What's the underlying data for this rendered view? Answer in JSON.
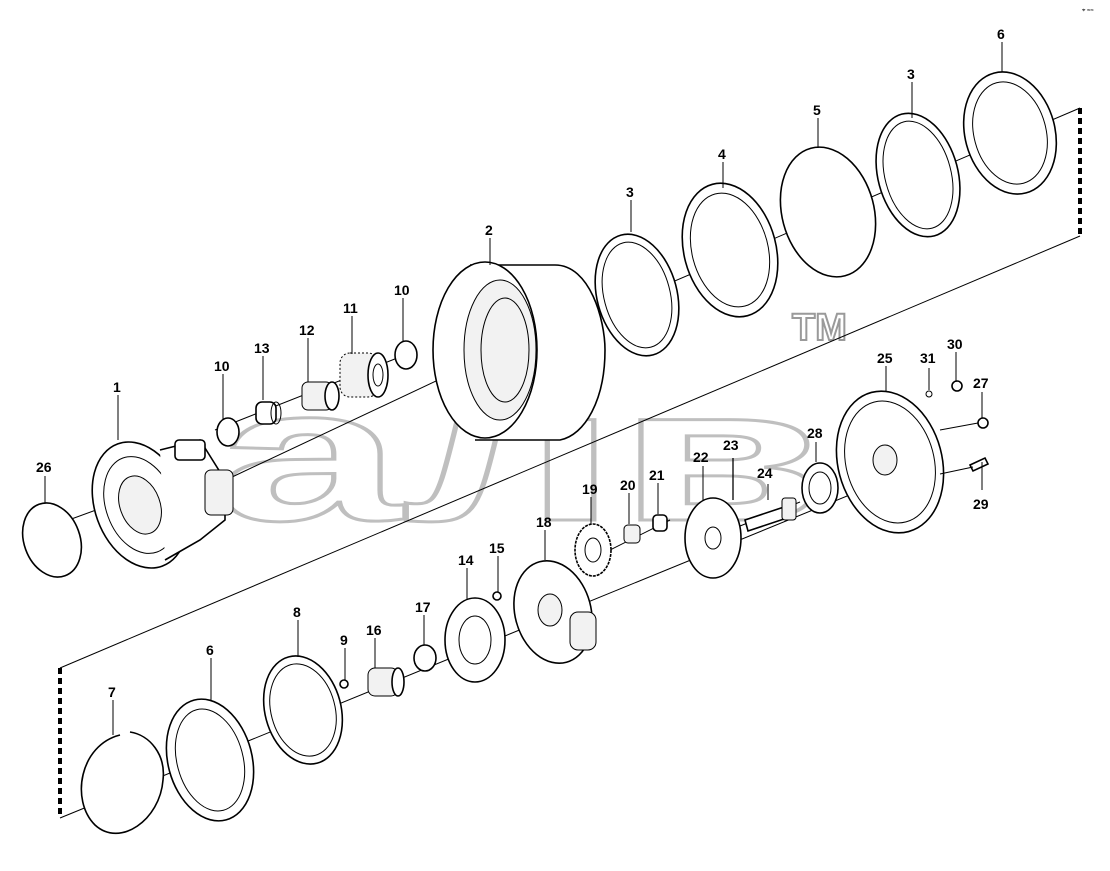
{
  "watermark": {
    "text": "алв",
    "tm": "TM"
  },
  "corner_mark": "⌖ ≈≈",
  "labels": [
    {
      "id": "l1",
      "text": "1"
    },
    {
      "id": "l2",
      "text": "2"
    },
    {
      "id": "l3a",
      "text": "3"
    },
    {
      "id": "l3b",
      "text": "3"
    },
    {
      "id": "l4",
      "text": "4"
    },
    {
      "id": "l5",
      "text": "5"
    },
    {
      "id": "l6a",
      "text": "6"
    },
    {
      "id": "l6b",
      "text": "6"
    },
    {
      "id": "l7",
      "text": "7"
    },
    {
      "id": "l8",
      "text": "8"
    },
    {
      "id": "l9",
      "text": "9"
    },
    {
      "id": "l10a",
      "text": "10"
    },
    {
      "id": "l10b",
      "text": "10"
    },
    {
      "id": "l11",
      "text": "11"
    },
    {
      "id": "l12",
      "text": "12"
    },
    {
      "id": "l13",
      "text": "13"
    },
    {
      "id": "l14",
      "text": "14"
    },
    {
      "id": "l15",
      "text": "15"
    },
    {
      "id": "l16",
      "text": "16"
    },
    {
      "id": "l17",
      "text": "17"
    },
    {
      "id": "l18",
      "text": "18"
    },
    {
      "id": "l19",
      "text": "19"
    },
    {
      "id": "l20",
      "text": "20"
    },
    {
      "id": "l21",
      "text": "21"
    },
    {
      "id": "l22",
      "text": "22"
    },
    {
      "id": "l23",
      "text": "23"
    },
    {
      "id": "l24",
      "text": "24"
    },
    {
      "id": "l25",
      "text": "25"
    },
    {
      "id": "l26",
      "text": "26"
    },
    {
      "id": "l27",
      "text": "27"
    },
    {
      "id": "l28",
      "text": "28"
    },
    {
      "id": "l29",
      "text": "29"
    },
    {
      "id": "l30",
      "text": "30"
    },
    {
      "id": "l31",
      "text": "31"
    }
  ]
}
